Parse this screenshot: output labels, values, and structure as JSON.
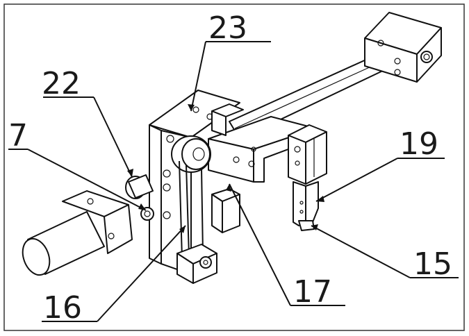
{
  "labels": [
    {
      "id": "label-23",
      "text": "23"
    },
    {
      "id": "label-22",
      "text": "22"
    },
    {
      "id": "label-7",
      "text": "7"
    },
    {
      "id": "label-19",
      "text": "19"
    },
    {
      "id": "label-15",
      "text": "15"
    },
    {
      "id": "label-17",
      "text": "17"
    },
    {
      "id": "label-16",
      "text": "16"
    }
  ]
}
